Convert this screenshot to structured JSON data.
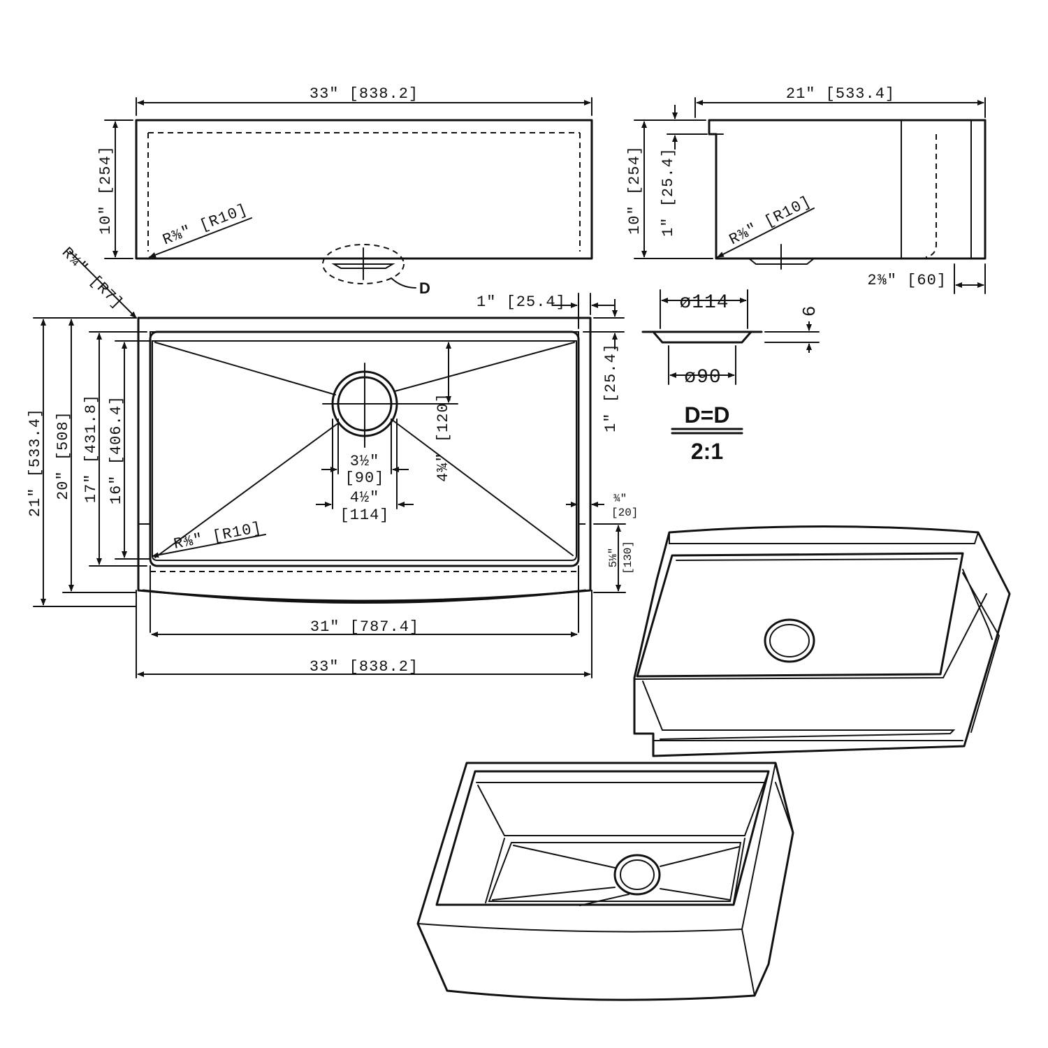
{
  "front_view": {
    "width_label": "33″ [838.2]",
    "height_label": "10″ [254]",
    "corner_radius_label": "R⅜″ [R10]",
    "section_marker": "D"
  },
  "side_view": {
    "depth_label": "21″ [533.4]",
    "height_label": "10″ [254]",
    "rim_label": "1″ [25.4]",
    "corner_radius_label": "R⅜″ [R10]",
    "apron_label": "2⅜″ [60]"
  },
  "drain_detail": {
    "outer_diameter_label": "ø114",
    "inner_diameter_label": "ø90",
    "depth_label": "6",
    "section_title": "D=D",
    "scale_label": "2:1"
  },
  "top_view": {
    "corner_radius_label": "R¼″ [R7]",
    "rim_label": "1″ [25.4]",
    "side_rim_label": "1″ [25.4]",
    "depth_total_label": "21″ [533.4]",
    "depth_20_label": "20″ [508]",
    "depth_17_label": "17″ [431.8]",
    "depth_16_label": "16″ [406.4]",
    "drain_offset_label": "4¾″ [120]",
    "drain_inner_label": "3½″",
    "drain_inner_mm": "[90]",
    "drain_outer_label": "4½″",
    "drain_outer_mm": "[114]",
    "ledge_label": "¾″",
    "ledge_mm": "[20]",
    "apron_label": "5⅛″",
    "apron_mm": "[130]",
    "bowl_corner_label": "R⅜″ [R10]",
    "inner_width_label": "31″ [787.4]",
    "outer_width_label": "33″ [838.2]"
  }
}
